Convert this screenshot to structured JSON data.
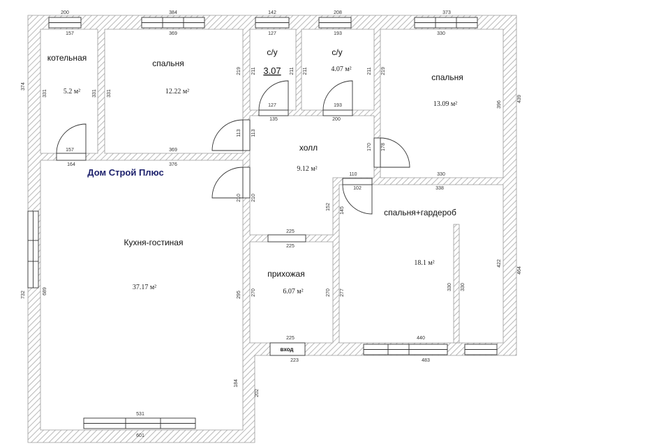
{
  "brand": "Дом Строй Плюс",
  "rooms": {
    "boiler": {
      "name": "котельная",
      "area": "5.2 м²"
    },
    "bedroom1": {
      "name": "спальня",
      "area": "12.22 м²"
    },
    "wc1": {
      "name": "с/у",
      "area": "3.07"
    },
    "wc2": {
      "name": "с/у",
      "area": "4.07 м²"
    },
    "bedroom2": {
      "name": "спальня",
      "area": "13.09 м²"
    },
    "hall": {
      "name": "холл",
      "area": "9.12 м²"
    },
    "kitchen": {
      "name": "Кухня-гостиная",
      "area": "37.17 м²"
    },
    "entryway": {
      "name": "прихожая",
      "area": "6.07 м²"
    },
    "bedroom3": {
      "name": "спальня+гардероб",
      "area": "18.1 м²"
    }
  },
  "entrance_label": "вход",
  "dimensions": {
    "top_boiler_outer": "200",
    "top_boiler_inner": "157",
    "top_bed1_outer": "384",
    "top_bed1_inner": "369",
    "top_wc1_outer": "142",
    "top_wc1_inner": "127",
    "top_wc2_outer": "208",
    "top_wc2_inner": "193",
    "top_bed2_outer": "373",
    "top_bed2_inner": "330",
    "left_top_outer": "374",
    "left_boiler_inner": "331",
    "boiler_right": "331",
    "bed1_left": "331",
    "bed1_right": "219",
    "wc1_left": "211",
    "wc1_right": "211",
    "wc2_left": "211",
    "wc2_right": "211",
    "bed2_left": "219",
    "bed2_right": "396",
    "right_top_outer": "439",
    "wc1_bottom": "127",
    "wc2_bottom": "193",
    "hall_top_left": "135",
    "hall_top_right": "200",
    "hall_left_top": "113",
    "hall_right": "170",
    "hall_door_right": "178",
    "boiler_bottom": "157",
    "bed1_bottom": "369",
    "kitchen_top_left": "164",
    "kitchen_top_right": "376",
    "bed2_bottom": "330",
    "hall_bottom_right": "110",
    "bed3_door": "102",
    "bed3_top": "338",
    "kitchen_right_upper_a": "210",
    "kitchen_right_upper_b": "210",
    "hall_right_lower": "152",
    "bed3_left_upper": "145",
    "hall_bottom": "225",
    "entry_top": "225",
    "left_outer": "732",
    "kitchen_left": "689",
    "kitchen_right": "295",
    "entry_left": "270",
    "entry_right": "270",
    "bed3_left": "277",
    "wardrobe_left": "330",
    "wardrobe_right": "330",
    "bed3_right": "422",
    "right_bottom_outer": "464",
    "entry_bottom": "225",
    "entry_outer": "223",
    "bed3_bottom": "440",
    "bed3_outer": "483",
    "kitchen_right_lower": "184",
    "step_outer": "202",
    "kitchen_bottom": "531",
    "bottom_outer": "601"
  },
  "colors": {
    "wall": "#c4c4c4",
    "brand": "#1b1f6b"
  }
}
